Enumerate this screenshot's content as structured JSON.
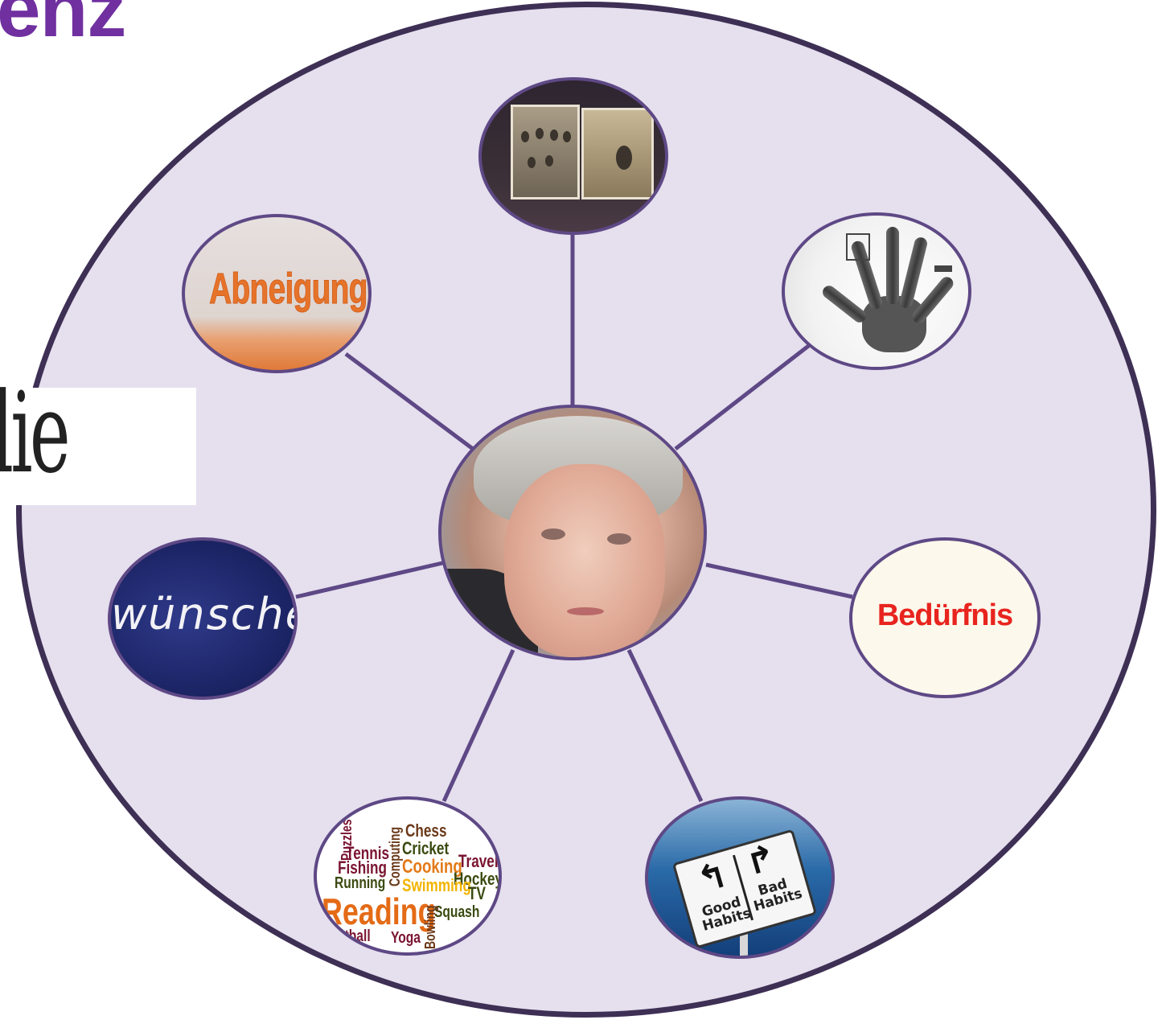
{
  "title_fragment": "enz",
  "side_word": "ilie",
  "center": {
    "image": "elderly-woman-portrait"
  },
  "nodes": {
    "album": {
      "image": "old-photo-album"
    },
    "hand": {
      "image": "hand-with-tools"
    },
    "abneigungen": {
      "label": "Abneigungen"
    },
    "wuensche": {
      "label": "wünsche"
    },
    "beduerfnis": {
      "label": "Bedürfnis"
    },
    "hobbies": {
      "words": [
        "Chess",
        "Tennis",
        "Cricket",
        "Travel",
        "Fishing",
        "Cooking",
        "Hockey",
        "Running",
        "Swimming",
        "TV",
        "Reading",
        "Squash",
        "Football",
        "Yoga",
        "Bowling",
        "Computing",
        "Puzzles"
      ]
    },
    "habits": {
      "left": "Good Habits",
      "right": "Bad Habits"
    }
  },
  "colors": {
    "title": "#7030a0",
    "circle_fill": "#e5dfee",
    "circle_border": "#3e2f55",
    "spoke": "#5e4885"
  }
}
